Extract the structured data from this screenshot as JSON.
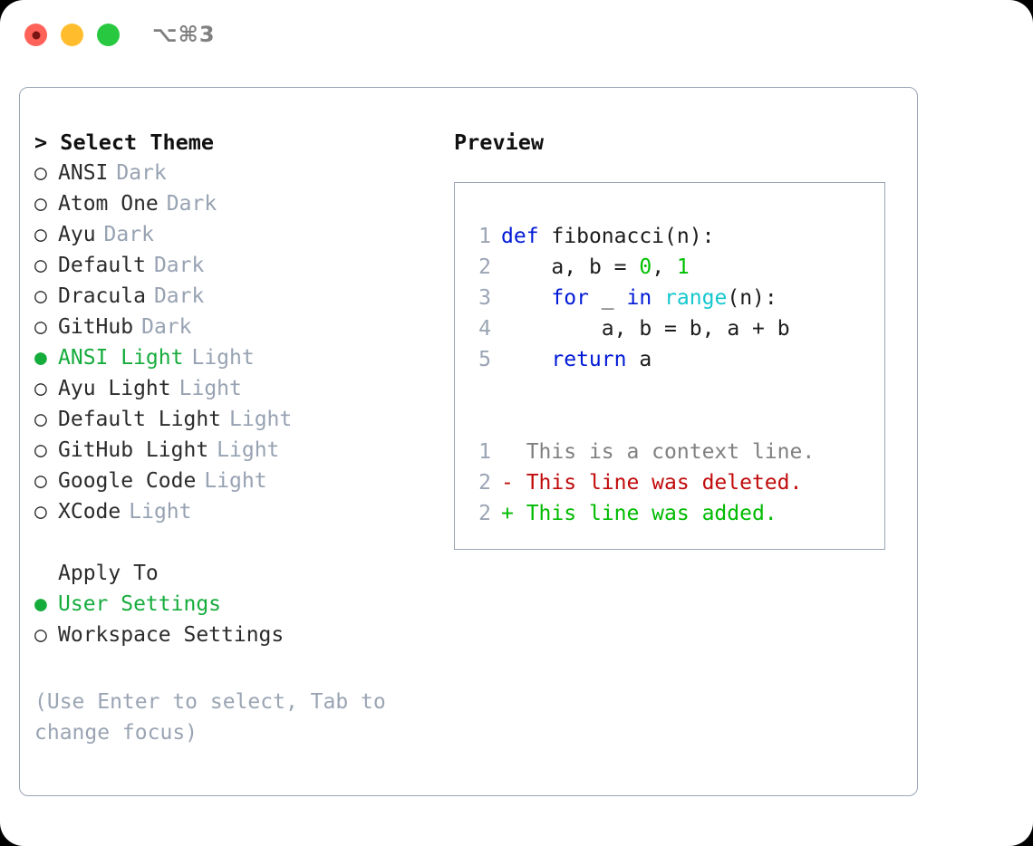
{
  "window": {
    "title": "⌥⌘3",
    "traffic_lights": [
      "close-red",
      "minimize-yellow",
      "zoom-green"
    ]
  },
  "colors": {
    "accent_green": "#16ac3c",
    "muted": "#97a2b2",
    "keyword_blue": "#0019d6",
    "function_cyan": "#14c7cd",
    "number_green": "#00c000",
    "diff_deleted": "#c10b0b",
    "diff_added": "#00bb00",
    "border": "#9aa5b5"
  },
  "left": {
    "heading": "> Select Theme",
    "themes": [
      {
        "marker": "○",
        "name": "ANSI",
        "variant": "Dark",
        "selected": false
      },
      {
        "marker": "○",
        "name": "Atom One",
        "variant": "Dark",
        "selected": false
      },
      {
        "marker": "○",
        "name": "Ayu",
        "variant": "Dark",
        "selected": false
      },
      {
        "marker": "○",
        "name": "Default",
        "variant": "Dark",
        "selected": false
      },
      {
        "marker": "○",
        "name": "Dracula",
        "variant": "Dark",
        "selected": false
      },
      {
        "marker": "○",
        "name": "GitHub",
        "variant": "Dark",
        "selected": false
      },
      {
        "marker": "●",
        "name": "ANSI Light",
        "variant": "Light",
        "selected": true
      },
      {
        "marker": "○",
        "name": "Ayu Light",
        "variant": "Light",
        "selected": false
      },
      {
        "marker": "○",
        "name": "Default Light",
        "variant": "Light",
        "selected": false
      },
      {
        "marker": "○",
        "name": "GitHub Light",
        "variant": "Light",
        "selected": false
      },
      {
        "marker": "○",
        "name": "Google Code",
        "variant": "Light",
        "selected": false
      },
      {
        "marker": "○",
        "name": "XCode",
        "variant": "Light",
        "selected": false
      }
    ],
    "apply_to_heading": "Apply To",
    "apply_to": [
      {
        "marker": "●",
        "name": "User Settings",
        "selected": true
      },
      {
        "marker": "○",
        "name": "Workspace Settings",
        "selected": false
      }
    ],
    "hint": "(Use Enter to select, Tab to change focus)"
  },
  "right": {
    "preview_title": "Preview",
    "code": {
      "lines": [
        {
          "num": "1",
          "text": "def fibonacci(n):"
        },
        {
          "num": "2",
          "text": "    a, b = 0, 1"
        },
        {
          "num": "3",
          "text": "    for _ in range(n):"
        },
        {
          "num": "4",
          "text": "        a, b = b, a + b"
        },
        {
          "num": "5",
          "text": "    return a"
        }
      ]
    },
    "diff": {
      "lines": [
        {
          "num": "1",
          "sign": " ",
          "text": "This is a context line.",
          "kind": "context"
        },
        {
          "num": "2",
          "sign": "-",
          "text": "This line was deleted.",
          "kind": "deleted"
        },
        {
          "num": "2",
          "sign": "+",
          "text": "This line was added.",
          "kind": "added"
        }
      ]
    }
  }
}
